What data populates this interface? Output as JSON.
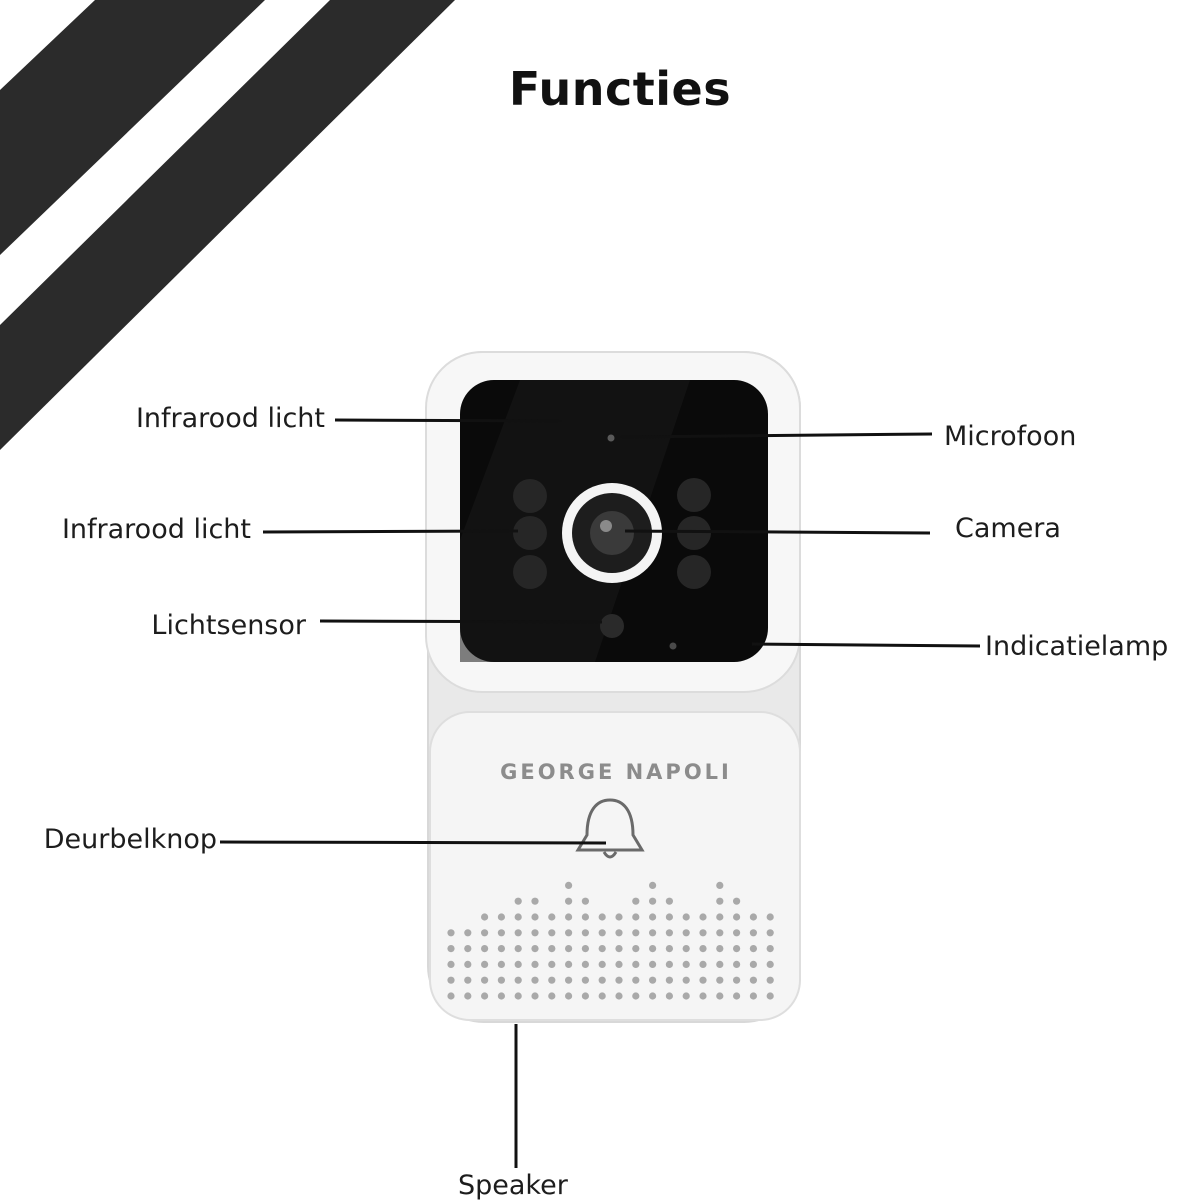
{
  "title": "Functies",
  "brand": "GEORGE NAPOLI",
  "labels": {
    "infrared_top": "Infrarood licht",
    "infrared_mid": "Infrarood licht",
    "light_sensor": "Lichtsensor",
    "doorbell_button": "Deurbelknop",
    "microphone": "Microfoon",
    "camera": "Camera",
    "indicator_lamp": "Indicatielamp",
    "speaker": "Speaker"
  },
  "colors": {
    "stripes": "#2b2b2b",
    "lens_panel": "#0a0a0a",
    "device_body": "#f2f2f2",
    "leader_line": "#111111"
  },
  "icons": {
    "doorbell": "bell-icon"
  }
}
